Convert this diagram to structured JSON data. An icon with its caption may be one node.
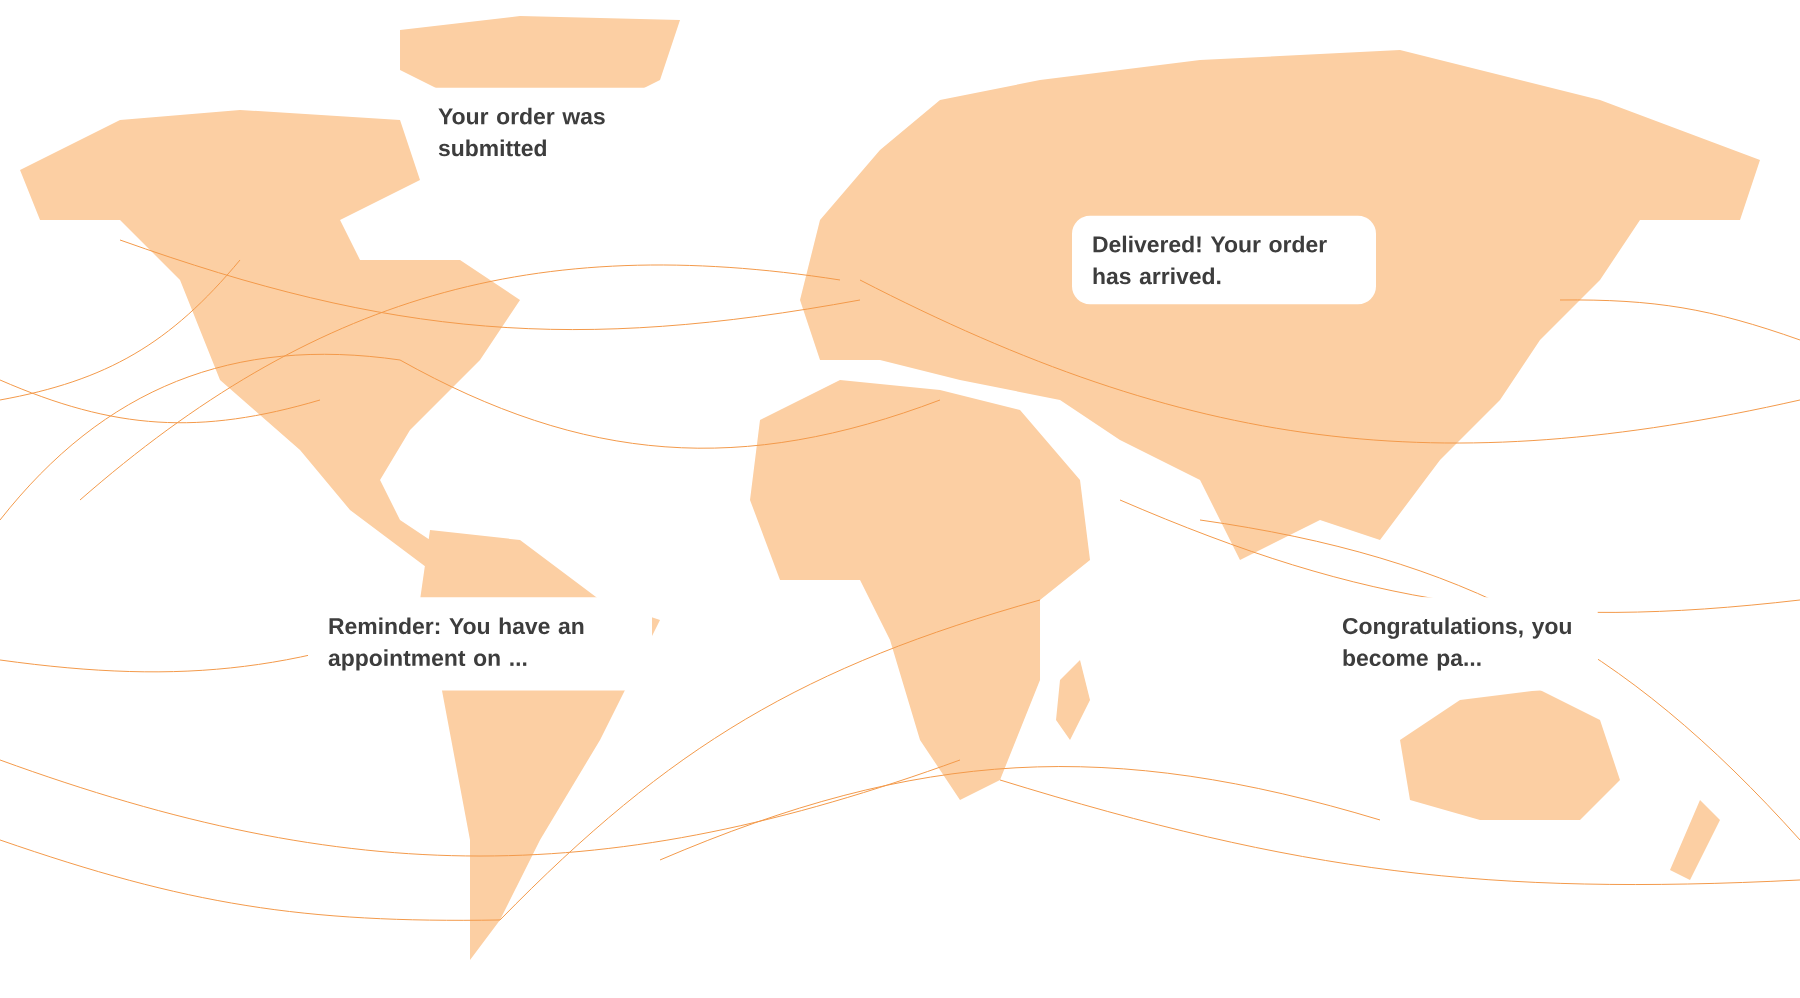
{
  "diagram": {
    "nodes": [
      {
        "text": [
          "Your order was submitted"
        ]
      },
      {
        "text": [
          "Delivered! Your order has arrived."
        ]
      },
      {
        "text": [
          "Reminder: You have an appointment on ..."
        ]
      },
      {
        "text": [
          "Congratulations, you become pa..."
        ]
      }
    ]
  }
}
